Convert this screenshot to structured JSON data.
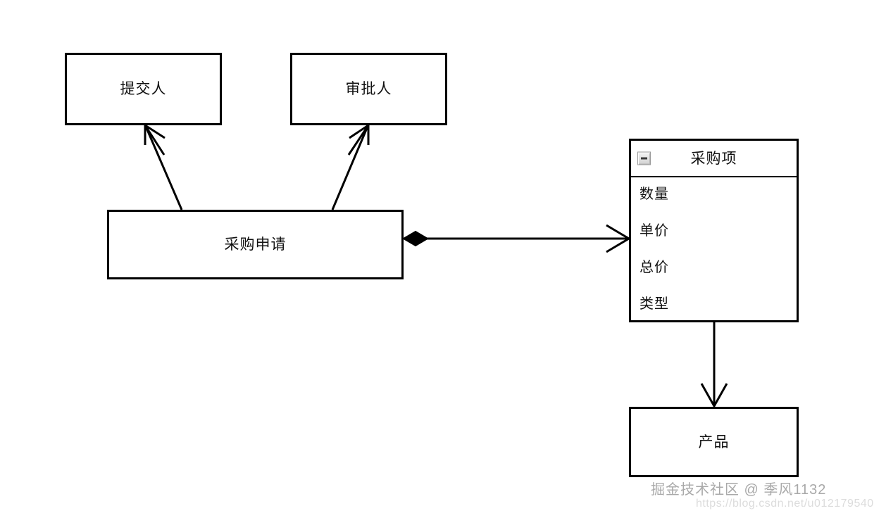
{
  "diagram": {
    "type": "uml-class-diagram",
    "background": "#ffffff",
    "stroke": "#000000",
    "nodes": {
      "submitter": {
        "label": "提交人"
      },
      "approver": {
        "label": "审批人"
      },
      "requisition": {
        "label": "采购申请"
      },
      "purchase_item": {
        "title": "采购项",
        "collapse_icon": "minus-icon",
        "attributes": [
          {
            "name": "数量"
          },
          {
            "name": "单价"
          },
          {
            "name": "总价"
          },
          {
            "name": "类型"
          }
        ]
      },
      "product": {
        "label": "产品"
      }
    },
    "edges": [
      {
        "id": "gen-submitter",
        "from": "requisition",
        "to": "submitter",
        "kind": "generalization",
        "arrow": "open-arrowhead"
      },
      {
        "id": "gen-approver",
        "from": "requisition",
        "to": "approver",
        "kind": "generalization",
        "arrow": "open-arrowhead"
      },
      {
        "id": "comp-item",
        "from": "requisition",
        "to": "purchase_item",
        "kind": "composition",
        "source_marker": "filled-diamond",
        "arrow": "open-arrowhead"
      },
      {
        "id": "assoc-product",
        "from": "purchase_item",
        "to": "product",
        "kind": "association",
        "arrow": "open-arrowhead"
      }
    ]
  },
  "watermark": {
    "text": "掘金技术社区 @ 季风1132",
    "url": "https://blog.csdn.net/u012179540"
  }
}
